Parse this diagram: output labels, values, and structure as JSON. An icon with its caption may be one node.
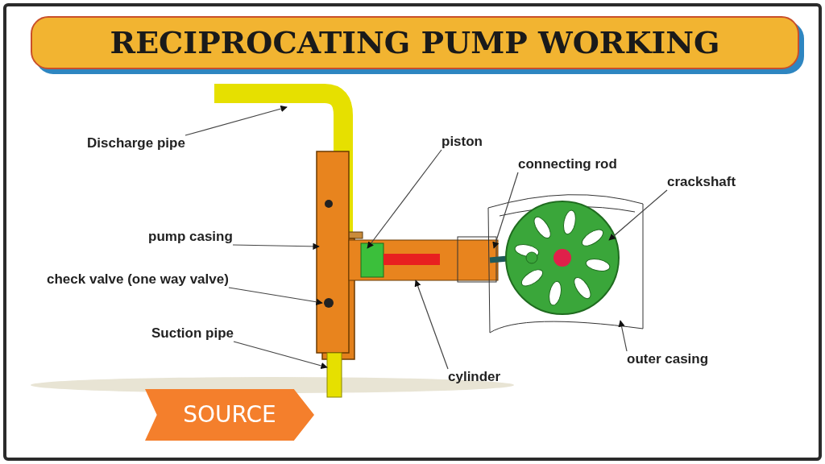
{
  "diagram": {
    "title": "RECIPROCATING PUMP WORKING",
    "nodes": [
      {
        "text": [
          "Discharge pipe"
        ]
      },
      {
        "text": [
          "piston"
        ]
      },
      {
        "text": [
          "connecting rod"
        ]
      },
      {
        "text": [
          "crackshaft"
        ]
      },
      {
        "text": [
          "pump casing"
        ]
      },
      {
        "text": [
          "check valve (one way valve)"
        ]
      },
      {
        "text": [
          "Suction pipe"
        ]
      },
      {
        "text": [
          "outer casing"
        ]
      },
      {
        "text": [
          "cylinder"
        ]
      }
    ],
    "edges": [
      {
        "from": 0,
        "to": null,
        "arrow": "to"
      },
      {
        "from": 1,
        "to": null,
        "arrow": "to"
      },
      {
        "from": 2,
        "to": null,
        "arrow": "to"
      },
      {
        "from": 3,
        "to": null,
        "arrow": "to"
      },
      {
        "from": 4,
        "to": null,
        "arrow": "to"
      },
      {
        "from": 5,
        "to": null,
        "arrow": "to"
      },
      {
        "from": 6,
        "to": null,
        "arrow": "to"
      },
      {
        "from": 7,
        "to": null,
        "arrow": "to"
      },
      {
        "from": 8,
        "to": null,
        "arrow": "to"
      }
    ],
    "labels": [
      "SOURCE"
    ]
  }
}
